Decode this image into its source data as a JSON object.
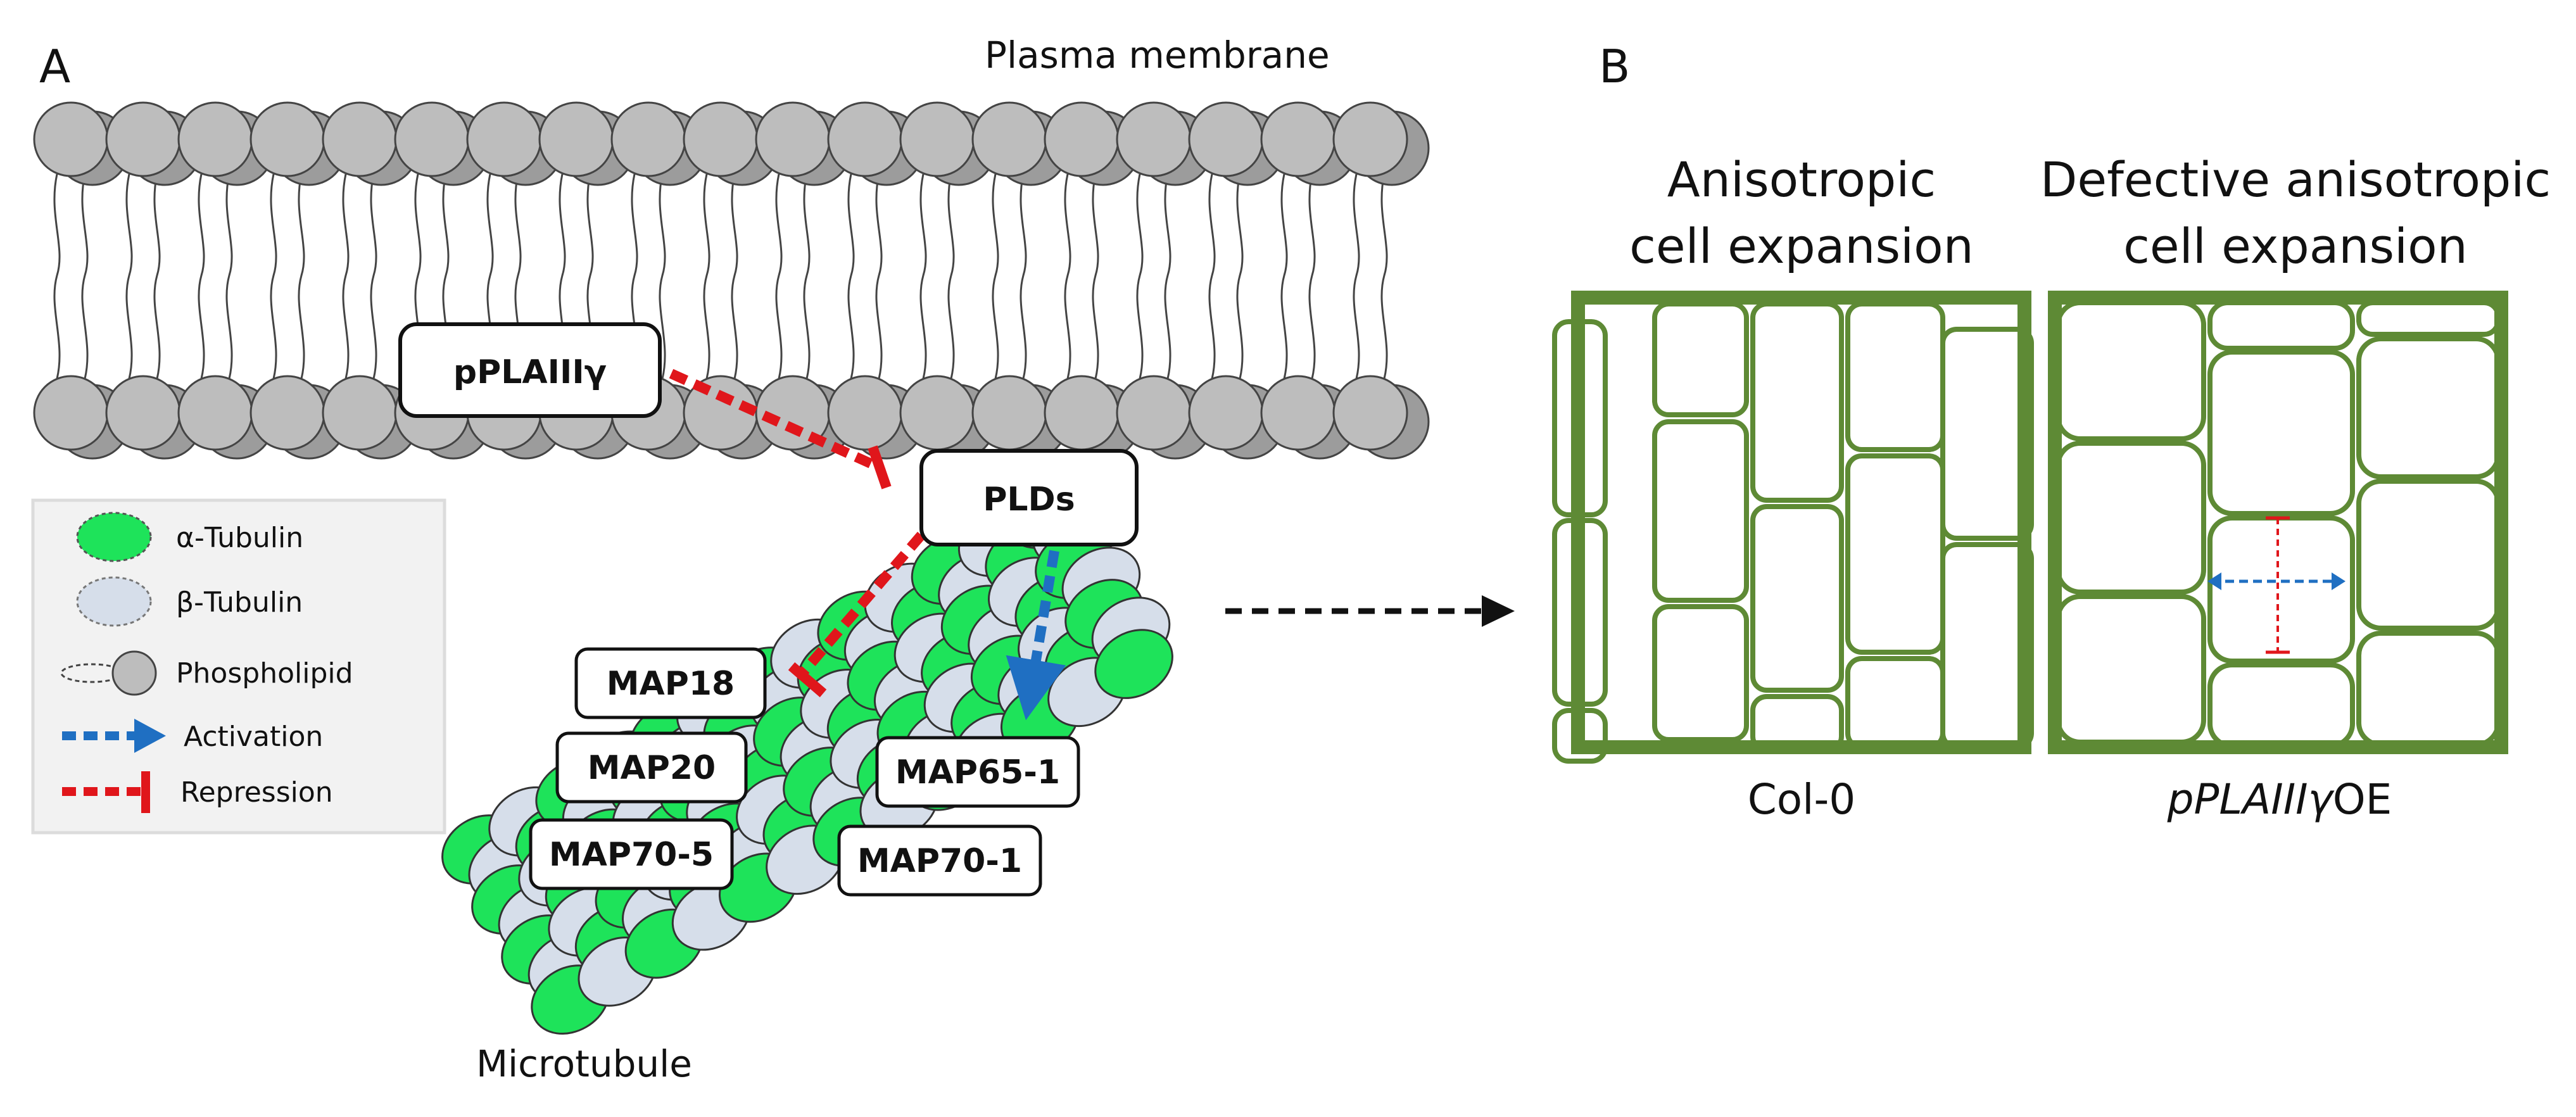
{
  "panels": {
    "a": "A",
    "b": "B"
  },
  "membrane_label": "Plasma membrane",
  "microtubule_label": "Microtubule",
  "proteins": {
    "pplaiii": "pPLAIIIγ",
    "plds": "PLDs",
    "map18": "MAP18",
    "map20": "MAP20",
    "map70_5": "MAP70-5",
    "map65_1": "MAP65-1",
    "map70_1": "MAP70-1"
  },
  "legend": {
    "alpha": "α-Tubulin",
    "beta": "β-Tubulin",
    "phospholipid": "Phospholipid",
    "activation": "Activation",
    "repression": "Repression"
  },
  "panel_b": {
    "left_title_1": "Anisotropic",
    "left_title_2": "cell expansion",
    "right_title_1": "Defective anisotropic",
    "right_title_2": "cell expansion",
    "left_label": "Col-0",
    "right_label_italic": "pPLAIIIγ",
    "right_label_suffix": "OE"
  },
  "colors": {
    "alpha_tubulin": "#1ee35a",
    "beta_tubulin": "#d6deea",
    "lipid_head": "#bdbdbd",
    "activation": "#1f6fc2",
    "repression": "#e0161b",
    "cell_wall": "#5e8a35"
  }
}
